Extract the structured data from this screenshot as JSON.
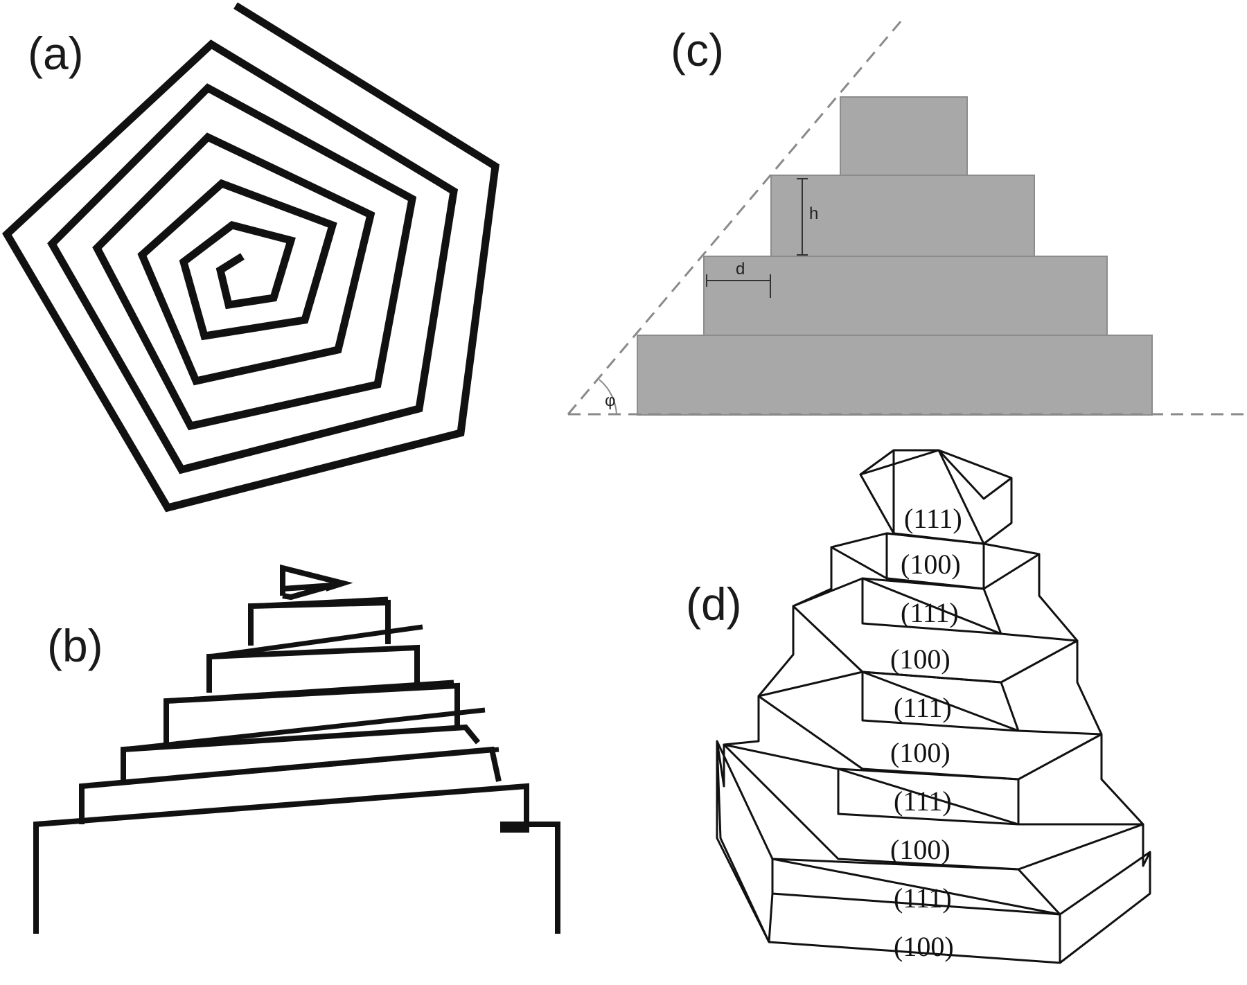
{
  "panels": {
    "a": {
      "label": "(a)"
    },
    "b": {
      "label": "(b)"
    },
    "c": {
      "label": "(c)",
      "dim_h": "h",
      "dim_d": "d",
      "angle": "φ",
      "colors": {
        "step_fill": "#a8a8a8",
        "step_edge": "#8c8c8c",
        "guide": "#8a8a8a"
      }
    },
    "d": {
      "label": "(d)",
      "facets": [
        "(111)",
        "(100)",
        "(111)",
        "(100)",
        "(111)",
        "(100)",
        "(111)",
        "(100)",
        "(111)",
        "(100)"
      ]
    }
  },
  "colors": {
    "ink": "#111111",
    "background": "#ffffff"
  }
}
